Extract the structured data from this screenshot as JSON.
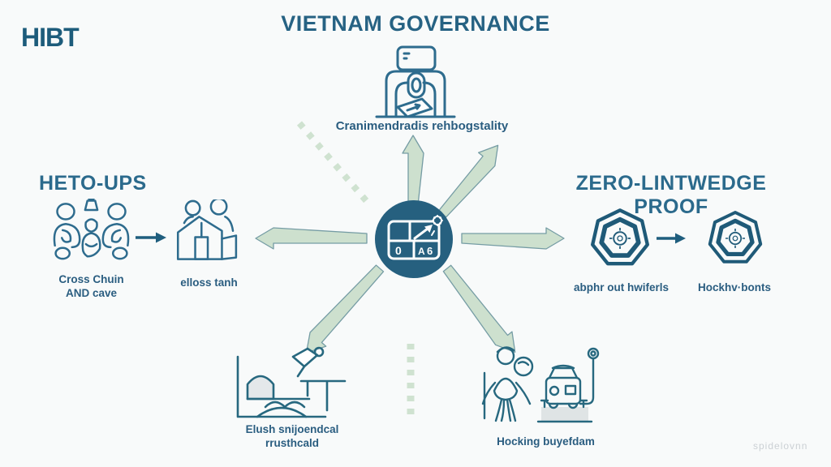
{
  "colors": {
    "background": "#f8fafa",
    "brand_teal": "#1d5c7b",
    "heading_blue": "#2b6a8c",
    "label_blue": "#2a5d80",
    "icon_stroke": "#2e6c8e",
    "arrow_green": "#cbdfcc",
    "arrow_outline": "#6f98a0",
    "dashed_green": "#cfe2d0",
    "hub_fill": "#26607f",
    "platform_gray": "#dfe4e5",
    "watermark_gray": "#cbd0d4"
  },
  "logo": {
    "text": "HIBT"
  },
  "header": {
    "title": "VIETNAM GOVERNANCE"
  },
  "top_node": {
    "icon": "voting-terminal-icon",
    "label": "Cranimendradis rehbogstality"
  },
  "left_section": {
    "heading": "HETO-UPS",
    "node_people": {
      "icon": "group-people-icon",
      "label_line1": "Cross Chuin",
      "label_line2": "AND cave"
    },
    "node_house": {
      "icon": "house-people-icon",
      "label": "elloss tanh"
    }
  },
  "right_section": {
    "heading": "ZERO-LINTWEDGE PROOF",
    "node_shield_left": {
      "icon": "heptagon-shield-icon",
      "label": "abphr out hwiferls"
    },
    "node_shield_right": {
      "icon": "heptagon-shield-icon",
      "label": "Hockhv·bonts"
    }
  },
  "bottom_left_node": {
    "icon": "research-desk-icon",
    "label_line1": "Elush snijoendcal",
    "label_line2": "rrusthcald"
  },
  "bottom_right_node": {
    "icon": "person-vehicle-icon",
    "label": "Hocking buyefdam"
  },
  "hub": {
    "icon": "dashboard-circle-icon",
    "glyphs": {
      "bottom_left": "0",
      "bottom_mid": "A",
      "bottom_right": "6"
    }
  },
  "watermark": {
    "text": "spidelovnn"
  }
}
